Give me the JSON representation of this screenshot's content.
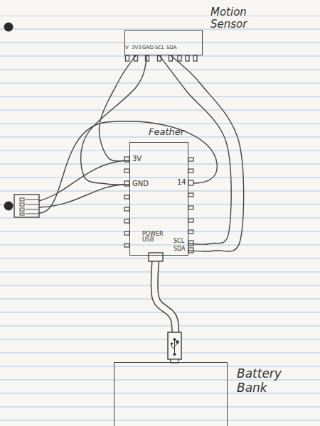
{
  "diagram": {
    "nodes": [
      {
        "text": [
          "Motion Sensor"
        ]
      },
      {
        "text": [
          "Feather"
        ]
      },
      {
        "text": [
          "Battery Bank"
        ]
      }
    ],
    "edges": [
      {
        "from": 0,
        "to": 1,
        "arrow": "none"
      },
      {
        "from": 0,
        "to": 1,
        "arrow": "none"
      },
      {
        "from": 0,
        "to": 1,
        "arrow": "none"
      },
      {
        "from": 0,
        "to": 1,
        "arrow": "none"
      },
      {
        "from": 1,
        "to": 2,
        "arrow": "none"
      }
    ],
    "labels": [
      "V",
      "3V3",
      "GND",
      "SCL",
      "SDA",
      "3V",
      "GND",
      "14",
      "POWER USB",
      "SCL",
      "SDA"
    ]
  }
}
